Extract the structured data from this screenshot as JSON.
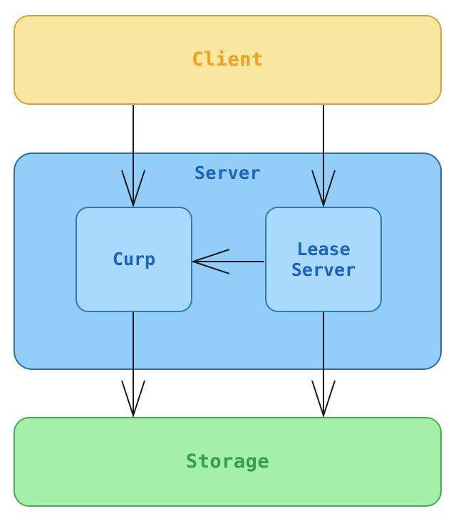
{
  "diagram": {
    "title": "Client / Server / Storage architecture",
    "background_color": "#ffffff",
    "nodes": {
      "client": {
        "label": "Client",
        "fill_color": "#FAE79F",
        "border_color": "#D9A13B",
        "text_color": "#F0A11E"
      },
      "server_cluster": {
        "label": "Server",
        "fill_color": "#93CDFA",
        "border_color": "#2B6CA8",
        "text_color": "#1B63C0"
      },
      "curp": {
        "label": "Curp",
        "fill_color": "#A9D9FC",
        "border_color": "#2B79C4",
        "text_color": "#1B63C0"
      },
      "lease_server": {
        "label": "Lease\nServer",
        "fill_color": "#A9D9FC",
        "border_color": "#2B79C4",
        "text_color": "#1B63C0"
      },
      "storage": {
        "label": "Storage",
        "fill_color": "#A6EFA6",
        "border_color": "#3DAF53",
        "text_color": "#2EA24C"
      }
    },
    "edges": [
      {
        "name": "client-to-curp",
        "from": "client",
        "to": "curp",
        "label": "",
        "direction": "down",
        "arrow": "open-v"
      },
      {
        "name": "client-to-lease-server",
        "from": "client",
        "to": "lease_server",
        "label": "",
        "direction": "down",
        "arrow": "open-v"
      },
      {
        "name": "lease-server-to-curp",
        "from": "lease_server",
        "to": "curp",
        "label": "",
        "direction": "left",
        "arrow": "open-v"
      },
      {
        "name": "curp-to-storage",
        "from": "curp",
        "to": "storage",
        "label": "",
        "direction": "down",
        "arrow": "open-v"
      },
      {
        "name": "lease-server-to-storage",
        "from": "lease_server",
        "to": "storage",
        "label": "",
        "direction": "down",
        "arrow": "open-v"
      }
    ],
    "edge_color": "#1a1a1a"
  }
}
